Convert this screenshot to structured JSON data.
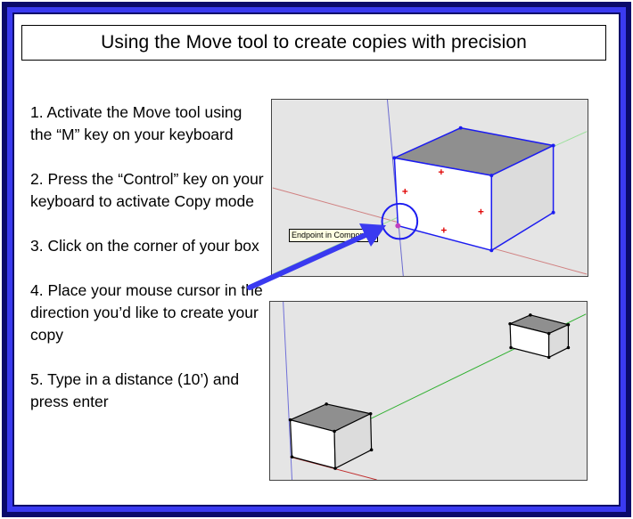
{
  "title": "Using the Move tool to create copies with precision",
  "steps": [
    "1. Activate the Move tool using the “M” key on your keyboard",
    "2. Press the “Control” key on your keyboard to activate Copy mode",
    "3. Click on the corner of your box",
    "4. Place your mouse cursor in the direction you’d like to create your copy",
    "5. Type in a distance (10’) and press enter"
  ],
  "screenshot1": {
    "tooltip": "Endpoint in Component"
  },
  "colors": {
    "frame_dark": "#0a0a6a",
    "frame_blue": "#3a3af0",
    "arrow": "#3a3af0",
    "viewport_bg": "#e5e5e5"
  }
}
